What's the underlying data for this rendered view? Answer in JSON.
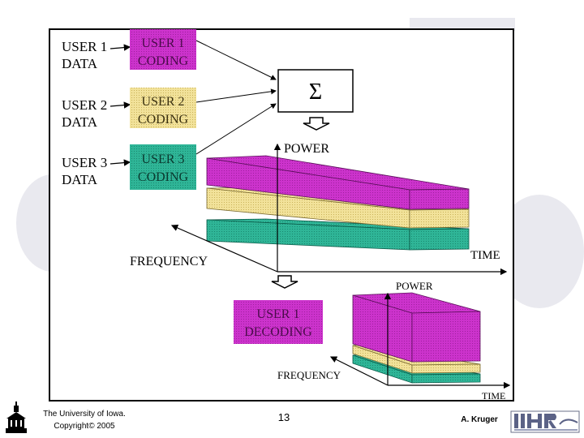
{
  "inputs": [
    {
      "data_label": [
        "USER 1",
        "DATA"
      ],
      "coding_label": [
        "USER 1",
        "CODING"
      ],
      "color": "#cc33cc"
    },
    {
      "data_label": [
        "USER 2",
        "DATA"
      ],
      "coding_label": [
        "USER 2",
        "CODING"
      ],
      "color": "#f2e29a"
    },
    {
      "data_label": [
        "USER 3",
        "DATA"
      ],
      "coding_label": [
        "USER 3",
        "CODING"
      ],
      "color": "#2fb597"
    }
  ],
  "sum_symbol": "Σ",
  "top_plot": {
    "power_label": "POWER",
    "frequency_label": "FREQUENCY",
    "time_label": "TIME"
  },
  "decoding_label": [
    "USER 1",
    "DECODING"
  ],
  "bottom_plot": {
    "power_label": "POWER",
    "frequency_label": "FREQUENCY",
    "time_label": "TIME"
  },
  "footer": {
    "university_line1": "The University of Iowa.",
    "university_line2": "Copyright© 2005",
    "page_number": "13",
    "author": "A. Kruger"
  },
  "colors": {
    "user1": "#cc33cc",
    "user2": "#f2e29a",
    "user3": "#2fb597"
  }
}
